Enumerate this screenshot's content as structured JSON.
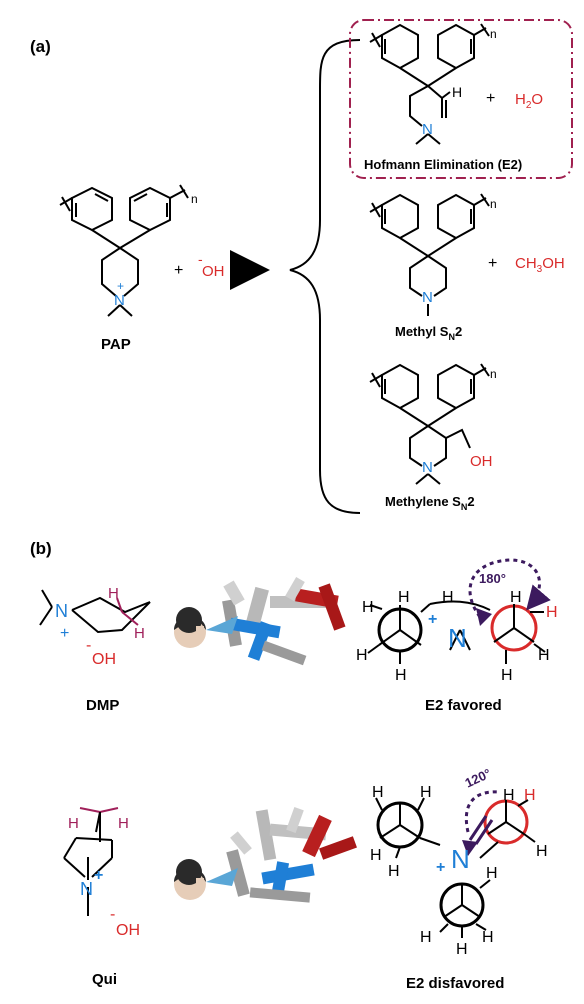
{
  "panels": {
    "a": {
      "label": "(a)",
      "reactant": {
        "name": "PAP",
        "repeat": "n",
        "n_atom": "N",
        "charge": "+"
      },
      "plus": "+",
      "reagent": {
        "charge": "-",
        "text": "OH"
      },
      "products": [
        {
          "name": "Hofmann Elimination (E2)",
          "byproduct": {
            "pre": "H",
            "sub": "2",
            "post": "O"
          },
          "plus": "+",
          "repeat": "n",
          "n_atom": "N",
          "h_atom": "H"
        },
        {
          "name": "Methyl S",
          "sub": "N",
          "post": "2",
          "byproduct": {
            "pre": "CH",
            "sub": "3",
            "post": "OH"
          },
          "plus": "+",
          "repeat": "n",
          "n_atom": "N"
        },
        {
          "name": "Methylene S",
          "sub": "N",
          "post": "2",
          "repeat": "n",
          "n_atom": "N",
          "oh": "OH"
        }
      ]
    },
    "b": {
      "label": "(b)",
      "rows": [
        {
          "name": "DMP",
          "label": "E2 favored",
          "angle": "180°",
          "n_atom": "N",
          "charge": "+",
          "hydroxide": {
            "charge": "-",
            "text": "OH"
          },
          "h": "H"
        },
        {
          "name": "Qui",
          "label": "E2 disfavored",
          "angle": "120°",
          "n_atom": "N",
          "charge": "+",
          "hydroxide": {
            "charge": "-",
            "text": "OH"
          },
          "h": "H"
        }
      ]
    }
  },
  "colors": {
    "red": "#d92b2b",
    "blue": "#1f7fd6",
    "magenta": "#a0205a",
    "purple": "#3c1a5e",
    "dash_box": "#a0204f"
  }
}
